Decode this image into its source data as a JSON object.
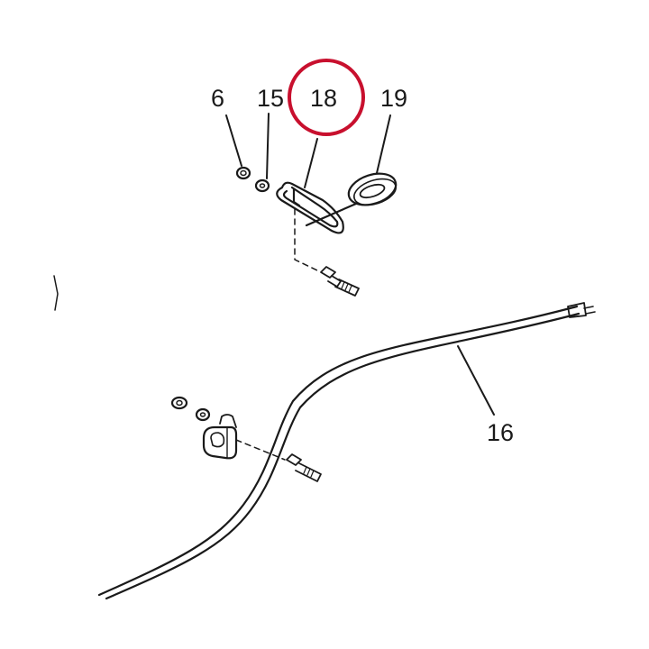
{
  "diagram": {
    "callouts": {
      "nut": "6",
      "washer": "15",
      "retaining_clip": "18",
      "grommet": "19",
      "cable": "16"
    },
    "highlight_color": "#c8102e",
    "line_color": "#1a1a1a"
  }
}
